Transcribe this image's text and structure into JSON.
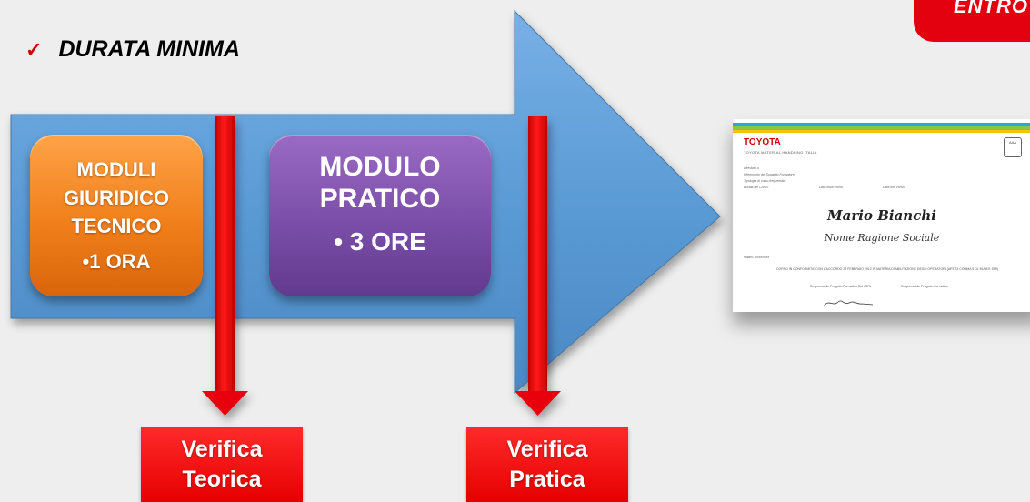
{
  "heading": {
    "check_symbol": "✓",
    "title": "DURATA MINIMA"
  },
  "corner_badge": {
    "text": "ENTRO"
  },
  "module_theory": {
    "line1": "MODULI",
    "line2": "GIURIDICO",
    "line3": "TECNICO",
    "line4": "•1 ORA"
  },
  "module_practice": {
    "line1": "MODULO",
    "line2": "PRATICO",
    "line3": "• 3 ORE"
  },
  "verify_theory": {
    "line1": "Verifica",
    "line2": "Teorica"
  },
  "verify_practice": {
    "line1": "Verifica",
    "line2": "Pratica"
  },
  "certificate": {
    "brand": "TOYOTA",
    "company": "TOYOTA MATERIAL HANDLING ITALIA",
    "emblem": "AAA",
    "field1": "Attestato a",
    "field2": "Riferimento del Soggetto Formatore:",
    "field3": "Tipologia di corso frequentato:",
    "field4": "Durata del Corso:",
    "field5": "Data inizio corso:",
    "field6": "Data fine corso:",
    "name": "Mario Bianchi",
    "org": "Nome Ragione Sociale",
    "place": "Milano, xx/xx/xxxx",
    "fineprint": "CORSO IN CONFORMITA' CON L'ACCORDO 22 FEBBRAIO 2012 IN MATERIA DI ABILITAZIONE DEGLI OPERATORI (ART.73 COMMA 5 DL 81/08 E SMI)",
    "sign1": "Responsabile Progetto Formativo DLH SRL",
    "sign2": "Responsabile Progetto Formativo"
  },
  "colors": {
    "arrow_blue": "#5b9bd5",
    "box_orange": "#f28a2b",
    "box_purple": "#7b4fa8",
    "red": "#e8000e",
    "background": "#eeeeee"
  }
}
